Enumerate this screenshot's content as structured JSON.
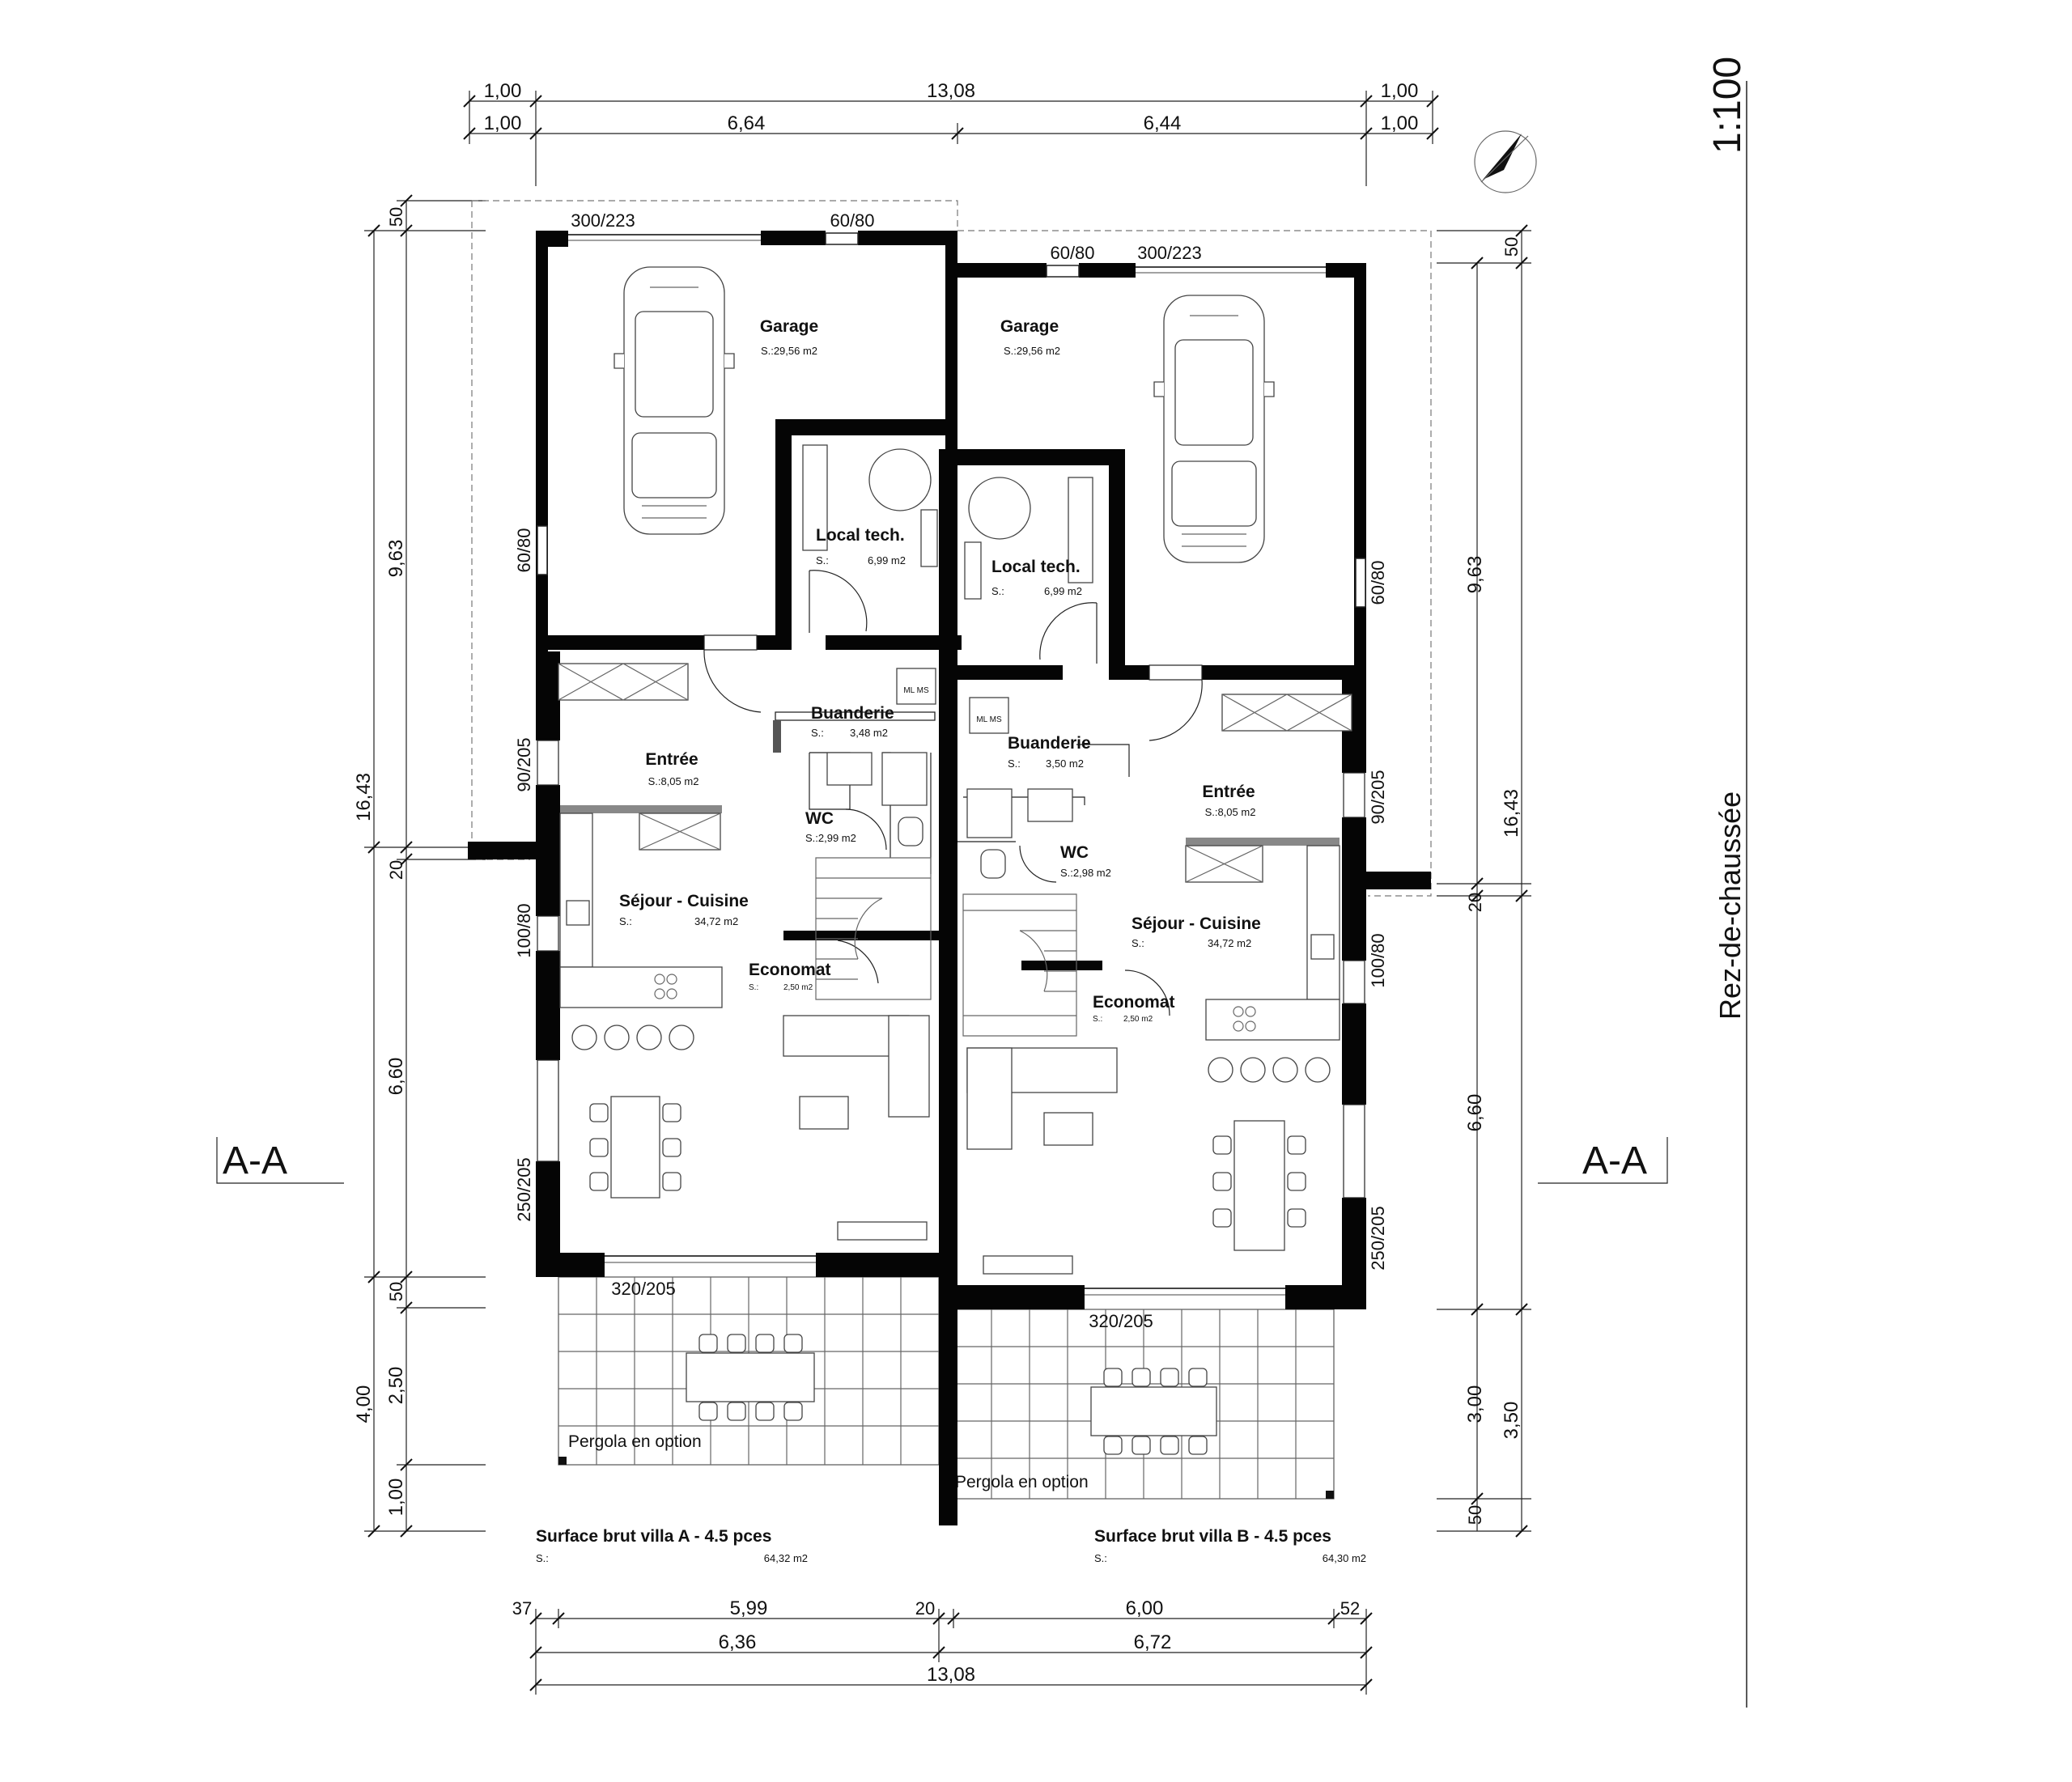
{
  "scale": "1:100",
  "level": "Rez-de-chaussée",
  "section_left": "A-A",
  "section_right": "A-A",
  "top_dims": {
    "row1": [
      "1,00",
      "13,08",
      "1,00"
    ],
    "row2": [
      "1,00",
      "6,64",
      "6,44",
      "1,00"
    ]
  },
  "left_dims": {
    "outer": [
      "50",
      "16,43",
      "20",
      "6,60",
      "50"
    ],
    "inner": [
      "9,63"
    ],
    "terrace": [
      "4,00",
      "2,50",
      "1,00"
    ]
  },
  "right_dims": {
    "outer": [
      "50",
      "9,63",
      "16,43",
      "20",
      "6,60"
    ],
    "terrace": [
      "3,00",
      "3,50",
      "50"
    ]
  },
  "bottom_dims": {
    "row1": [
      "37",
      "5,99",
      "20",
      "6,00",
      "52"
    ],
    "row2": [
      "6,36",
      "6,72"
    ],
    "row3": [
      "13,08"
    ]
  },
  "openings": {
    "a_garage_door": "300/223",
    "a_garage_window": "60/80",
    "b_garage_window": "60/80",
    "b_garage_door": "300/223",
    "a_side_window": "60/80",
    "b_side_window": "60/80",
    "a_entry_door": "90/205",
    "b_entry_door": "90/205",
    "a_kitchen_window": "100/80",
    "b_kitchen_window": "100/80",
    "a_living_window": "250/205",
    "b_living_window": "250/205",
    "a_terrace_door": "320/205",
    "b_terrace_door": "320/205"
  },
  "rooms_a": {
    "garage": {
      "name": "Garage",
      "area": "S.:29,56 m2"
    },
    "tech": {
      "name": "Local tech.",
      "prefix": "S.:",
      "area": "6,99 m2"
    },
    "buanderie": {
      "name": "Buanderie",
      "prefix": "S.:",
      "area": "3,48 m2",
      "appliance": "ML MS"
    },
    "entree": {
      "name": "Entrée",
      "area": "S.:8,05 m2"
    },
    "wc": {
      "name": "WC",
      "area": "S.:2,99 m2"
    },
    "sejour": {
      "name": "Séjour - Cuisine",
      "prefix": "S.:",
      "area": "34,72 m2"
    },
    "economat": {
      "name": "Economat",
      "prefix": "S.:",
      "area": "2,50 m2"
    },
    "pergola": "Pergola en option"
  },
  "rooms_b": {
    "garage": {
      "name": "Garage",
      "area": "S.:29,56 m2"
    },
    "tech": {
      "name": "Local tech.",
      "prefix": "S.:",
      "area": "6,99 m2"
    },
    "buanderie": {
      "name": "Buanderie",
      "prefix": "S.:",
      "area": "3,50 m2",
      "appliance": "ML MS"
    },
    "entree": {
      "name": "Entrée",
      "area": "S.:8,05 m2"
    },
    "wc": {
      "name": "WC",
      "area": "S.:2,98 m2"
    },
    "sejour": {
      "name": "Séjour - Cuisine",
      "prefix": "S.:",
      "area": "34,72 m2"
    },
    "economat": {
      "name": "Economat",
      "prefix": "S.:",
      "area": "2,50 m2"
    },
    "pergola": "Pergola en option"
  },
  "summary_a": {
    "title": "Surface brut villa A - 4.5 pces",
    "prefix": "S.:",
    "area": "64,32 m2"
  },
  "summary_b": {
    "title": "Surface brut villa B - 4.5 pces",
    "prefix": "S.:",
    "area": "64,30 m2"
  },
  "north_arrow": "north-arrow-icon"
}
